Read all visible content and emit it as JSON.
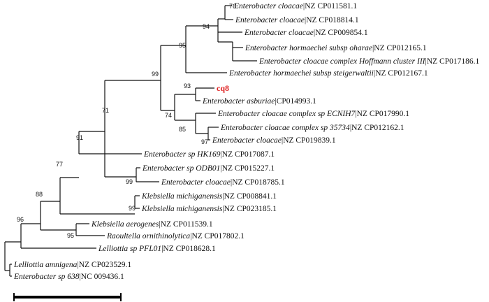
{
  "taxa": {
    "t1": {
      "species": "Enterobacter cloacae",
      "accession": "NZ CP011581.1"
    },
    "t2": {
      "species": "Enterobacter cloacae",
      "accession": "NZ CP018814.1"
    },
    "t3": {
      "species": "Enterobacter cloacae",
      "accession": "NZ CP009854.1"
    },
    "t4": {
      "species": "Enterobacter hormaechei subsp oharae",
      "accession": "NZ CP012165.1"
    },
    "t5": {
      "species": "Enterobacter cloacae complex Hoffmann cluster III",
      "accession": "NZ CP017186.1"
    },
    "t6": {
      "species": "Enterobacter hormaechei subsp steigerwaltii",
      "accession": "NZ CP012167.1"
    },
    "t7": {
      "label": "cq8"
    },
    "t8": {
      "species": "Enterobacter asburiae",
      "accession": "CP014993.1"
    },
    "t9": {
      "species": "Enterobacter cloacae complex sp ECNIH7",
      "accession": "NZ CP017990.1"
    },
    "t10": {
      "species": "Enterobacter cloacae complex sp 35734",
      "accession": "NZ CP012162.1"
    },
    "t11": {
      "species": "Enterobacter cloacae",
      "accession": "NZ CP019839.1"
    },
    "t12": {
      "species": "Enterobacter sp HK169",
      "accession": "NZ CP017087.1"
    },
    "t13": {
      "species": "Enterobacter sp ODB01",
      "accession": "NZ CP015227.1"
    },
    "t14": {
      "species": "Enterobacter cloacae",
      "accession": "NZ CP018785.1"
    },
    "t15": {
      "species": "Klebsiella michiganensis",
      "accession": "NZ CP008841.1"
    },
    "t16": {
      "species": "Klebsiella michiganensis",
      "accession": "NZ CP023185.1"
    },
    "t17": {
      "species": "Klebsiella aerogenes",
      "accession": "NZ CP011539.1"
    },
    "t18": {
      "species": "Raoultella ornithinolytica",
      "accession": "NZ CP017802.1"
    },
    "t19": {
      "species": "Lelliottia sp PFL01",
      "accession": "NZ CP018628.1"
    },
    "t20": {
      "species": "Lelliottia amnigena",
      "accession": "NZ CP023529.1"
    },
    "t21": {
      "species": "Enterobacter sp 638",
      "accession": "NC 009436.1"
    }
  },
  "bootstrap": {
    "n76": "76",
    "n94": "94",
    "n95a": "95",
    "n99a": "99",
    "n93": "93",
    "n74": "74",
    "n85": "85",
    "n97": "97",
    "n71": "71",
    "n99b": "99",
    "n91": "91",
    "n99c": "99",
    "n77": "77",
    "n95b": "95",
    "n88": "88",
    "n96": "96"
  },
  "highlight_color": "#e02020"
}
